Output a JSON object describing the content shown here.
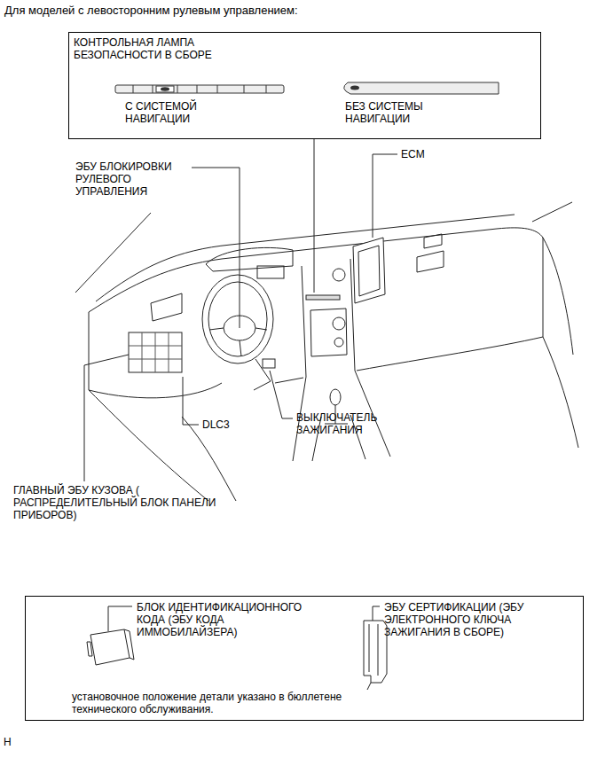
{
  "diagram": {
    "title": "Для моделей с левосторонним рулевым управлением:",
    "nodes": [
      {
        "text": [
          "КОНТРОЛЬНАЯ ЛАМПА БЕЗОПАСНОСТИ В СБОРЕ",
          "С СИСТЕМОЙ НАВИГАЦИИ",
          "БЕЗ СИСТЕМЫ НАВИГАЦИИ"
        ]
      },
      {
        "text": [
          "БЛОК ИДЕНТИФИКАЦИОННОГО КОДА (ЭБУ КОДА ИММОБИЛАЙЗЕРА)",
          "ЭБУ СЕРТИФИКАЦИИ (ЭБУ ЭЛЕКТРОННОГО КЛЮЧА ЗАЖИГАНИЯ В СБОРЕ)",
          "установочное положение детали указано в бюллетене технического обслуживания."
        ]
      }
    ],
    "labels": [
      "ЭБУ БЛОКИРОВКИ РУЛЕВОГО УПРАВЛЕНИЯ",
      "ECM",
      "DLC3",
      "ВЫКЛЮЧАТЕЛЬ ЗАЖИГАНИЯ",
      "ГЛАВНЫЙ ЭБУ КУЗОВА ( РАСПРЕДЕЛИТЕЛЬНЫЙ БЛОК ПАНЕЛИ ПРИБОРОВ)",
      "H"
    ]
  }
}
